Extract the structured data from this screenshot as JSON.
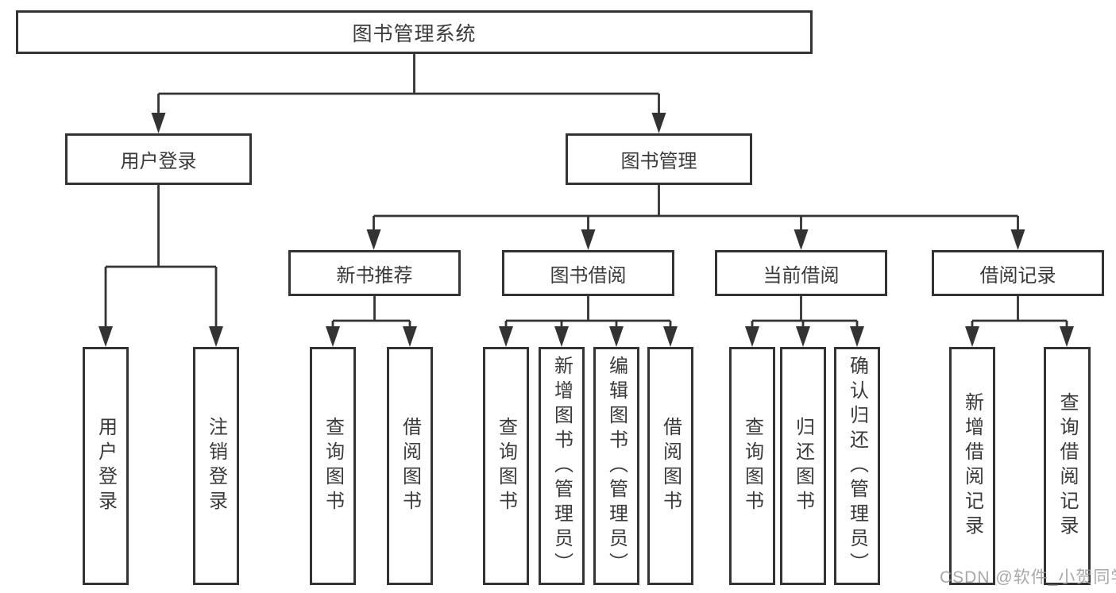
{
  "diagram": {
    "root": "图书管理系统",
    "level2": {
      "user_login_group": "用户登录",
      "book_management": "图书管理"
    },
    "level3": {
      "new_book_recommend": "新书推荐",
      "book_borrowing": "图书借阅",
      "current_borrowing": "当前借阅",
      "borrowing_records": "借阅记录"
    },
    "leaves": {
      "user_login": "用户登录",
      "logout": "注销登录",
      "nb_query_books": "查询图书",
      "nb_borrow_books": "借阅图书",
      "bb_query_books": "查询图书",
      "bb_add_books_admin": "新增图书（管理员）",
      "bb_edit_books_admin": "编辑图书（管理员）",
      "bb_borrow_books": "借阅图书",
      "cb_query_books": "查询图书",
      "cb_return_books": "归还图书",
      "cb_confirm_return_admin": "确认归还（管理员）",
      "br_add_record": "新增借阅记录",
      "br_query_record": "查询借阅记录"
    }
  },
  "watermark": "CSDN @软件_小贺同学",
  "colors": {
    "line": "#333333",
    "text": "#3a3a3a",
    "background": "#ffffff",
    "watermark": "#9a9a9a"
  }
}
